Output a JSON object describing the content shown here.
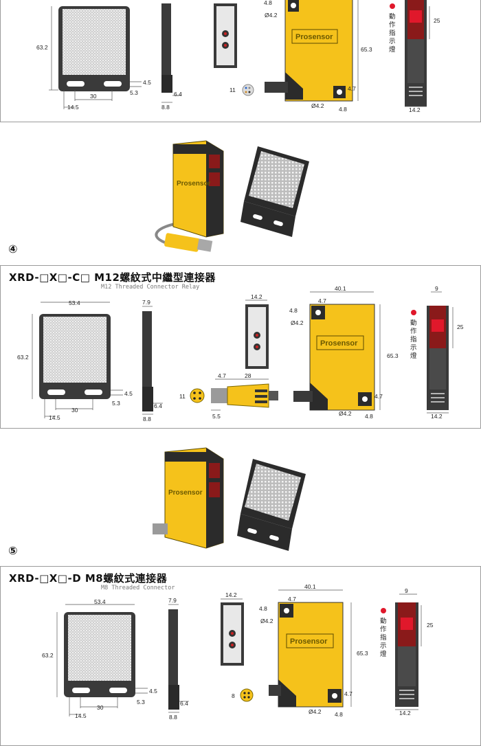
{
  "colors": {
    "sensor_yellow": "#f5c21b",
    "sensor_dark": "#2b2b2b",
    "indicator_red": "#e0182b",
    "panel_border": "#9a9a9a"
  },
  "brand_label": "Prosensor",
  "indicator_label": [
    "動",
    "作",
    "指",
    "示",
    "燈"
  ],
  "section_top": {
    "reflector": {
      "h": "63.2",
      "w_hole": "30",
      "left_off": "14.5",
      "tab1": "4.5",
      "tab2": "5.3"
    },
    "side": {
      "thick": "6.4",
      "base": "8.8"
    },
    "front": {
      "pin_count": "11"
    },
    "body": {
      "top_off": "4.8",
      "hole": "Ø4.2",
      "height": "65.3",
      "hole2": "Ø4.2",
      "r": "4.7",
      "b": "4.8"
    },
    "end": {
      "ind": "25",
      "w": "14.2"
    }
  },
  "section_4": {
    "number": "④",
    "title": "XRD-□X□-C□ M12螺紋式中繼型連接器",
    "subtitle": "M12 Threaded Connector Relay",
    "reflector": {
      "w": "53.4",
      "h": "63.2",
      "w_hole": "30",
      "left_off": "14.5",
      "tab1": "4.5",
      "tab2": "5.3"
    },
    "side": {
      "top": "7.9",
      "thick": "6.4",
      "base": "8.8"
    },
    "front": {
      "w": "14.2"
    },
    "connector": {
      "pin_count": "11",
      "d1": "4.7",
      "len": "28",
      "d2": "5.5"
    },
    "body": {
      "w": "40.1",
      "top_off": "4.8",
      "r_top": "4.7",
      "hole": "Ø4.2",
      "height": "65.3",
      "hole2": "Ø4.2",
      "r": "4.7",
      "b": "4.8"
    },
    "end": {
      "w_top": "9",
      "ind": "25",
      "w": "14.2"
    }
  },
  "section_5": {
    "number": "⑤",
    "title": "XRD-□X□-D  M8螺紋式連接器",
    "subtitle": "M8 Threaded Connector",
    "reflector": {
      "w": "53.4",
      "h": "63.2",
      "w_hole": "30",
      "left_off": "14.5",
      "tab1": "4.5",
      "tab2": "5.3"
    },
    "side": {
      "top": "7.9",
      "thick": "6.4",
      "base": "8.8"
    },
    "front": {
      "w": "14.2"
    },
    "connector": {
      "pin_count": "8"
    },
    "body": {
      "w": "40.1",
      "top_off": "4.8",
      "r_top": "4.7",
      "hole": "Ø4.2",
      "height": "65.3",
      "hole2": "Ø4.2",
      "r": "4.7",
      "b": "4.8"
    },
    "end": {
      "w_top": "9",
      "ind": "25",
      "w": "14.2"
    }
  }
}
